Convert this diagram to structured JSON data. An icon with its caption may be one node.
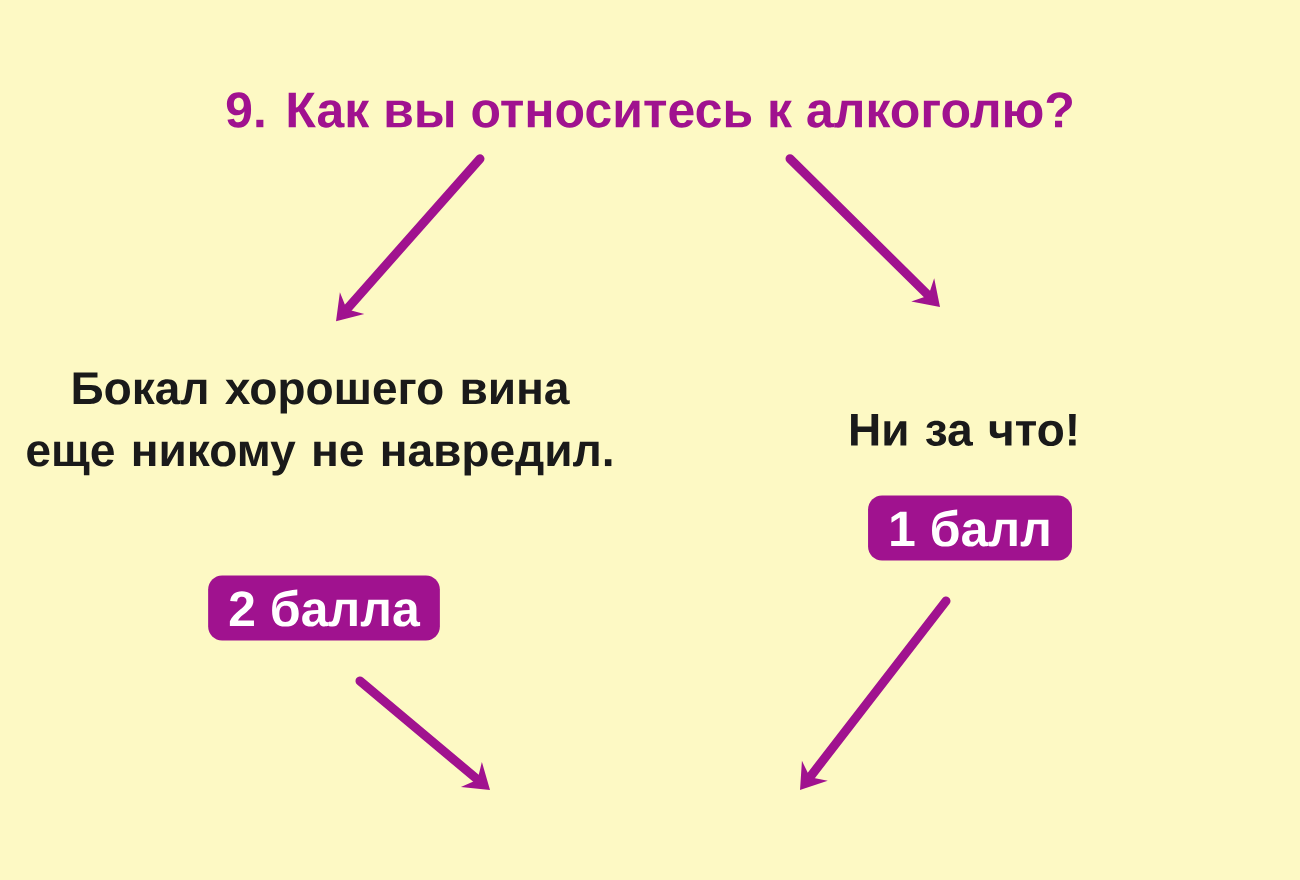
{
  "diagram": {
    "nodes": [
      {
        "text": [
          "9. Как вы относитесь к алкоголю?"
        ]
      },
      {
        "text": [
          "Бокал хорошего вина еще никому не навредил."
        ]
      },
      {
        "text": [
          "2 балла"
        ]
      },
      {
        "text": [
          "Ни за что!"
        ]
      },
      {
        "text": [
          "1 балл"
        ]
      }
    ],
    "edges": [
      {
        "from": 0,
        "to": 1,
        "arrow": "to"
      },
      {
        "from": 0,
        "to": 3,
        "arrow": "to"
      },
      {
        "from": 2,
        "to": null,
        "arrow": "to"
      },
      {
        "from": 4,
        "to": null,
        "arrow": "to"
      }
    ]
  }
}
